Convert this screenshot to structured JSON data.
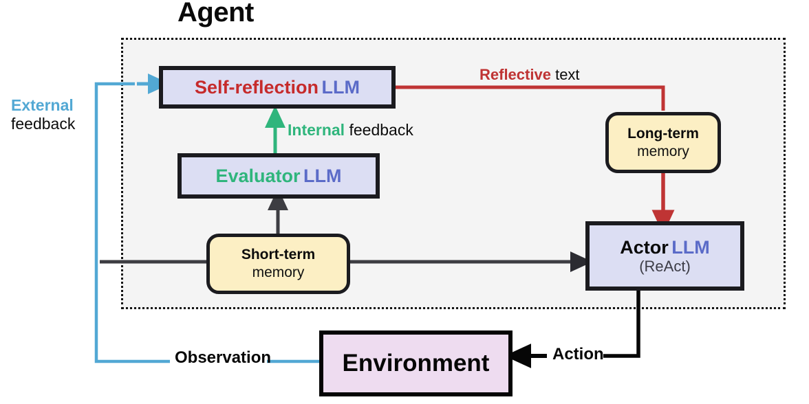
{
  "diagram": {
    "title": "Agent",
    "colors": {
      "reflection_red": "#c62b2b",
      "llm_blue": "#5b6bc8",
      "evaluator_green": "#2fb57c",
      "external_blue": "#52a8d4",
      "reflective_line_red": "#bf3434",
      "memory_fill": "#fcefc4",
      "llm_fill": "#dcdef3",
      "env_fill": "#eedcf0",
      "agent_fill": "#f4f4f4",
      "black": "#111111",
      "gray_wire": "#3d3d42"
    },
    "nodes": {
      "self_reflection": {
        "label_1": "Self-reflection",
        "label_2": "LLM"
      },
      "evaluator": {
        "label_1": "Evaluator",
        "label_2": "LLM"
      },
      "short_term_memory": {
        "line_1": "Short-term",
        "line_2": "memory"
      },
      "long_term_memory": {
        "line_1": "Long-term",
        "line_2": "memory"
      },
      "actor": {
        "label_1": "Actor",
        "label_2": "LLM",
        "sub": "(ReAct)"
      },
      "environment": {
        "label": "Environment"
      }
    },
    "edges": {
      "external_feedback": {
        "label_1": "External",
        "label_2": "feedback"
      },
      "internal_feedback": {
        "label_1": "Internal",
        "label_2": "feedback"
      },
      "reflective_text": {
        "label_1": "Reflective",
        "label_2": "text"
      },
      "observation": {
        "label": "Observation"
      },
      "action": {
        "label": "Action"
      }
    }
  }
}
